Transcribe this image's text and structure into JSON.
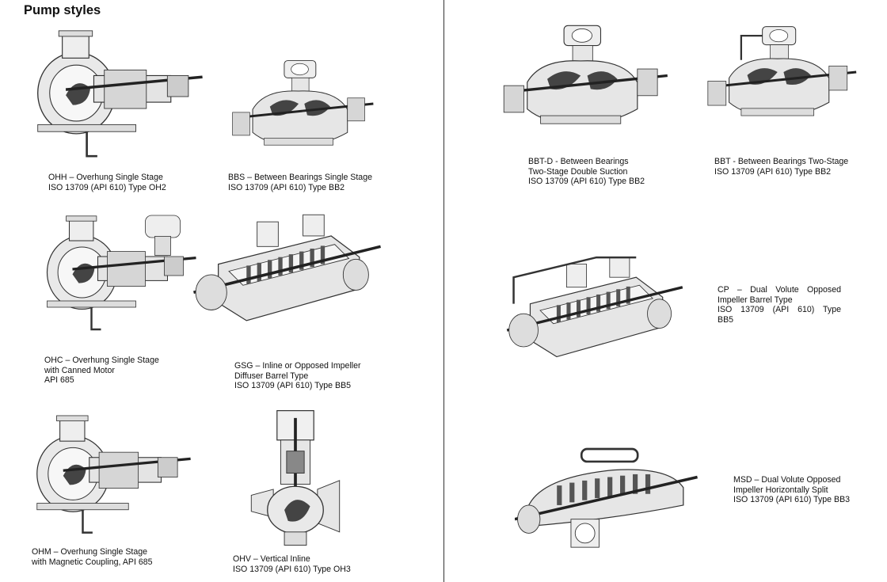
{
  "page": {
    "title": "Pump styles"
  },
  "pumps": [
    {
      "id": "ohh",
      "icon": "overhung-pump-illustration",
      "lines": [
        "OHH – Overhung Single Stage",
        "ISO 13709 (API 610) Type OH2"
      ]
    },
    {
      "id": "bbs",
      "icon": "between-bearings-pump-illustration",
      "lines": [
        "BBS – Between Bearings Single Stage",
        "ISO 13709 (API 610) Type BB2"
      ]
    },
    {
      "id": "ohc",
      "icon": "canned-motor-pump-illustration",
      "lines": [
        "OHC – Overhung Single Stage",
        "with Canned Motor",
        "API 685"
      ]
    },
    {
      "id": "gsg",
      "icon": "barrel-pump-illustration",
      "lines": [
        "GSG – Inline or Opposed Impeller",
        "Diffuser Barrel Type",
        "ISO 13709 (API 610) Type BB5"
      ]
    },
    {
      "id": "ohm",
      "icon": "magnetic-coupling-pump-illustration",
      "lines": [
        "OHM – Overhung Single Stage",
        "with Magnetic Coupling, API 685"
      ]
    },
    {
      "id": "ohv",
      "icon": "vertical-inline-pump-illustration",
      "lines": [
        "OHV – Vertical Inline",
        "ISO 13709 (API 610) Type OH3"
      ]
    },
    {
      "id": "bbtd",
      "icon": "double-suction-pump-illustration",
      "lines": [
        "BBT-D - Between Bearings",
        "Two-Stage Double Suction",
        "ISO 13709 (API 610) Type BB2"
      ]
    },
    {
      "id": "bbt",
      "icon": "two-stage-pump-illustration",
      "lines": [
        "BBT - Between Bearings Two-Stage",
        "ISO 13709 (API 610) Type BB2"
      ]
    },
    {
      "id": "cp",
      "icon": "dual-volute-barrel-pump-illustration",
      "lines": [
        "CP – Dual Volute Opposed",
        "Impeller Barrel Type",
        "ISO 13709 (API 610) Type",
        "BB5"
      ]
    },
    {
      "id": "msd",
      "icon": "horizontally-split-pump-illustration",
      "lines": [
        "MSD – Dual Volute Opposed",
        "Impeller Horizontally Split",
        "ISO 13709 (API 610) Type BB3"
      ]
    }
  ]
}
